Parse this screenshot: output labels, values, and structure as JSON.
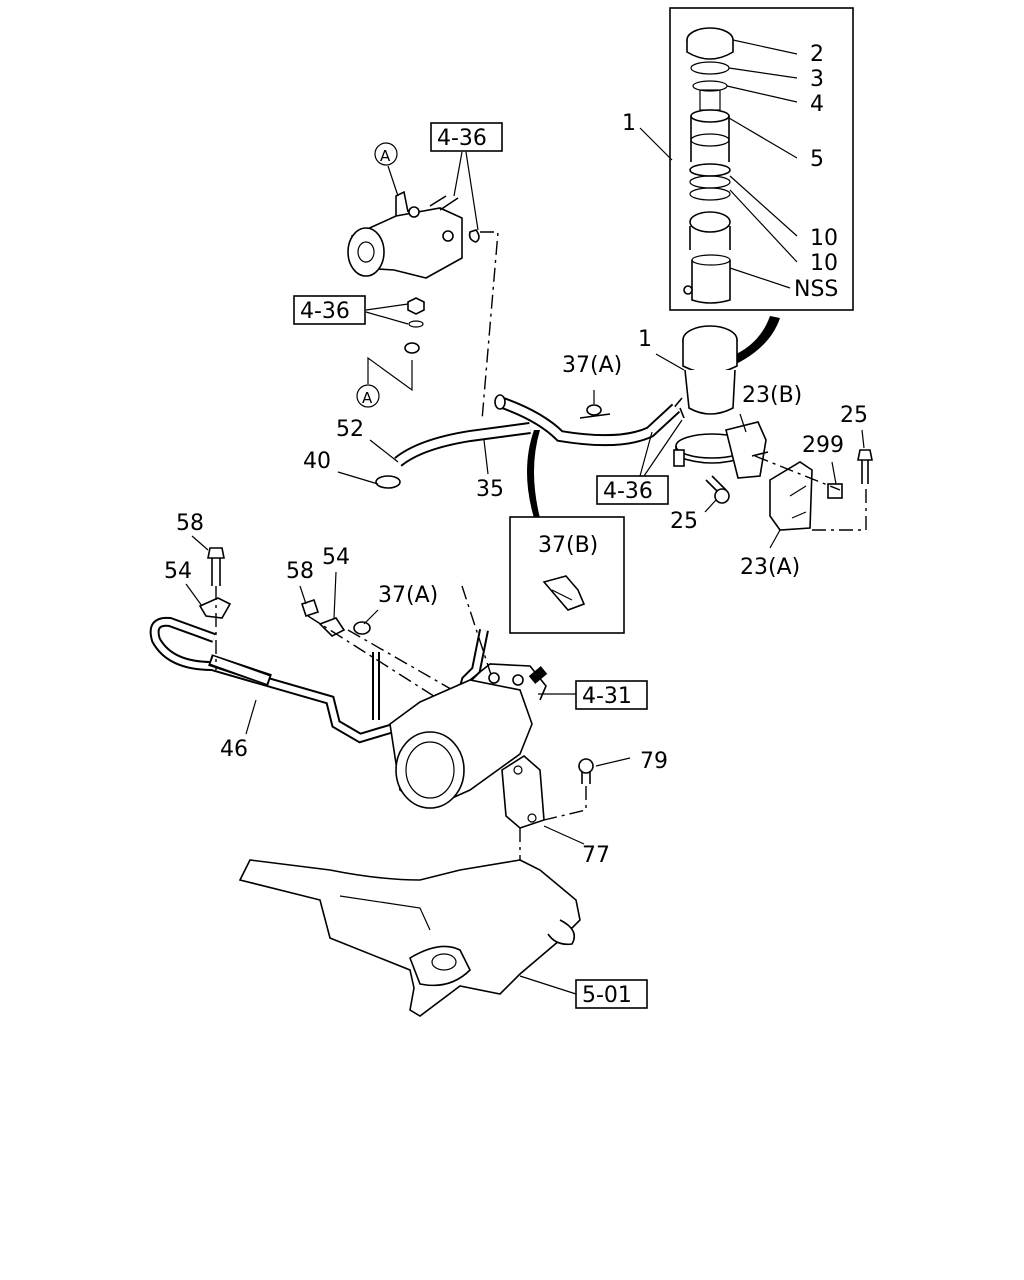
{
  "labels": {
    "l1_top": "1",
    "l2": "2",
    "l3": "3",
    "l4": "4",
    "l5": "5",
    "l10a": "10",
    "l10b": "10",
    "nss": "NSS",
    "l1_mid": "1",
    "l37a_top": "37(A)",
    "l23b": "23(B)",
    "l25_right": "25",
    "l299": "299",
    "l25_mid": "25",
    "l23a": "23(A)",
    "l52": "52",
    "l40": "40",
    "l35": "35",
    "l37b": "37(B)",
    "l58_left": "58",
    "l54_left": "54",
    "l58_mid": "58",
    "l54_mid": "54",
    "l37a_low": "37(A)",
    "l46": "46",
    "l79": "79",
    "l77": "77",
    "circle_a_top": "A",
    "circle_a_low": "A"
  },
  "refs": {
    "r436_top": "4-36",
    "r436_left": "4-36",
    "r436_right": "4-36",
    "r431": "4-31",
    "r501": "5-01"
  }
}
